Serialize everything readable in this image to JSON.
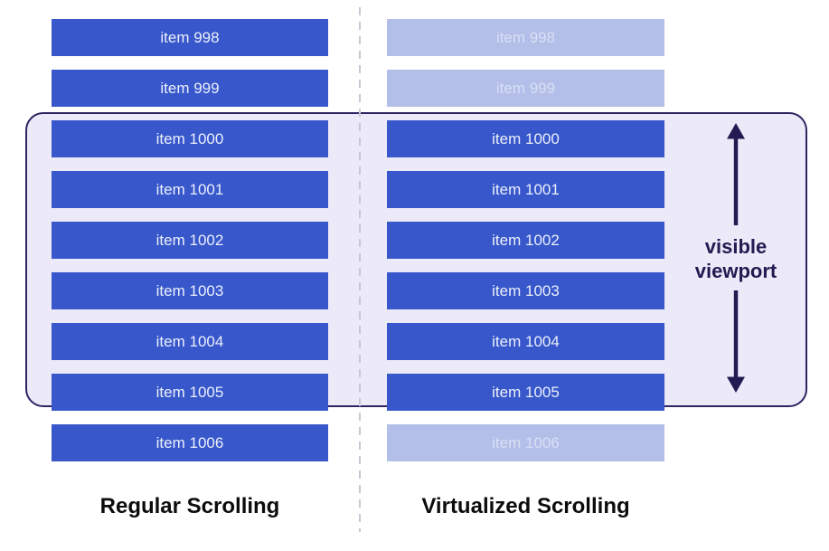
{
  "diagram": {
    "viewport": {
      "label": "visible viewport"
    },
    "columns": [
      {
        "id": "regular",
        "label": "Regular Scrolling",
        "items": [
          {
            "label": "item 998",
            "state": "rendered",
            "in_viewport": false
          },
          {
            "label": "item 999",
            "state": "rendered",
            "in_viewport": false
          },
          {
            "label": "item 1000",
            "state": "rendered",
            "in_viewport": true
          },
          {
            "label": "item 1001",
            "state": "rendered",
            "in_viewport": true
          },
          {
            "label": "item 1002",
            "state": "rendered",
            "in_viewport": true
          },
          {
            "label": "item 1003",
            "state": "rendered",
            "in_viewport": true
          },
          {
            "label": "item 1004",
            "state": "rendered",
            "in_viewport": true
          },
          {
            "label": "item 1005",
            "state": "rendered",
            "in_viewport": true
          },
          {
            "label": "item 1006",
            "state": "rendered",
            "in_viewport": false
          }
        ]
      },
      {
        "id": "virtualized",
        "label": "Virtualized Scrolling",
        "items": [
          {
            "label": "item 998",
            "state": "placeholder",
            "in_viewport": false
          },
          {
            "label": "item 999",
            "state": "placeholder",
            "in_viewport": false
          },
          {
            "label": "item 1000",
            "state": "rendered",
            "in_viewport": true
          },
          {
            "label": "item 1001",
            "state": "rendered",
            "in_viewport": true
          },
          {
            "label": "item 1002",
            "state": "rendered",
            "in_viewport": true
          },
          {
            "label": "item 1003",
            "state": "rendered",
            "in_viewport": true
          },
          {
            "label": "item 1004",
            "state": "rendered",
            "in_viewport": true
          },
          {
            "label": "item 1005",
            "state": "rendered",
            "in_viewport": true
          },
          {
            "label": "item 1006",
            "state": "placeholder",
            "in_viewport": false
          }
        ]
      }
    ],
    "colors": {
      "rendered_bar": "#3757CB",
      "rendered_text": "#ECF0FB",
      "placeholder_bar": "#B3BFE8",
      "placeholder_text": "#D9DFF5",
      "viewport_fill": "#ECE9F8",
      "viewport_border": "#2E2462",
      "arrow": "#221B52",
      "divider": "#C8C7D3",
      "caption": "#0C0C0C"
    }
  }
}
